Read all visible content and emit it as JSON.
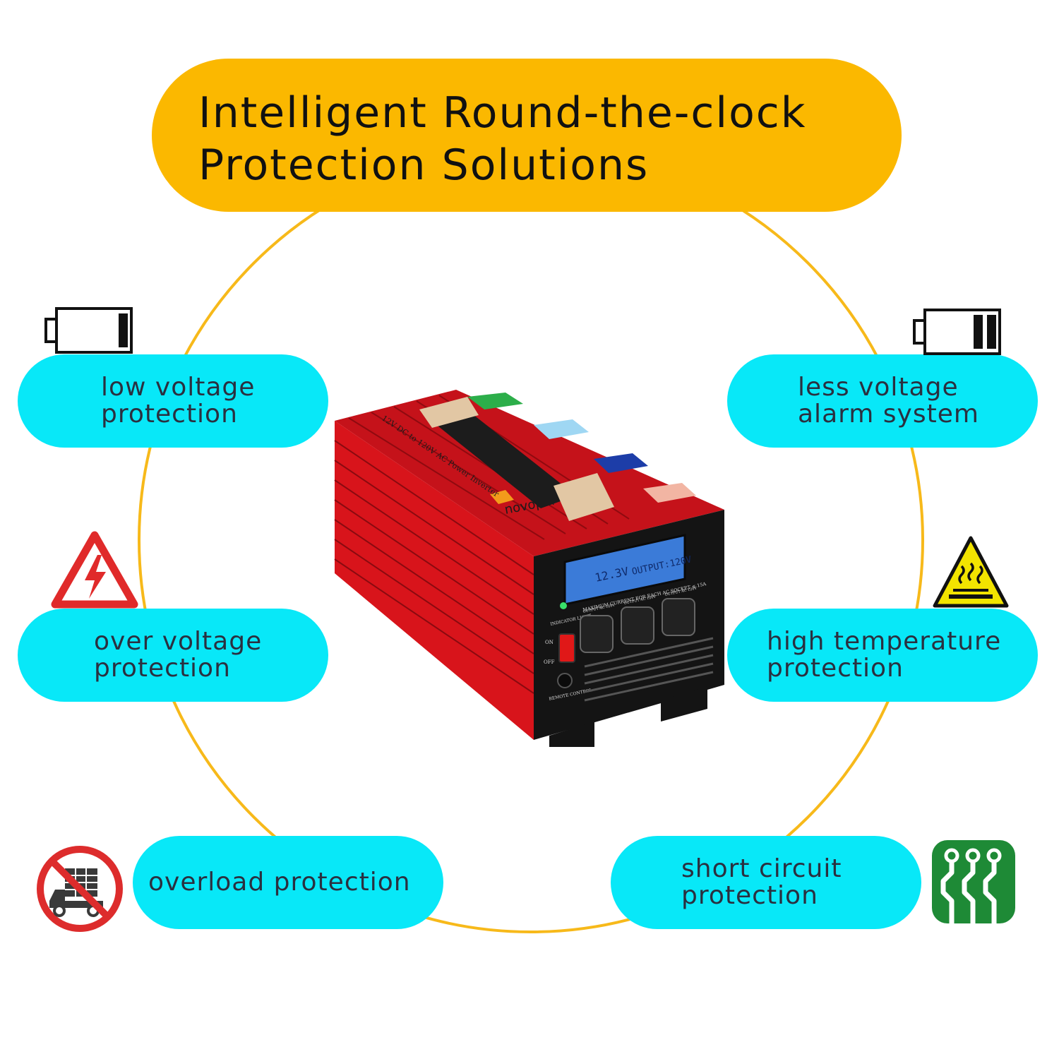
{
  "banner": {
    "title_line1": "Intelligent Round-the-clock",
    "title_line2": "Protection Solutions"
  },
  "features": [
    {
      "line1": "low voltage",
      "line2": "protection",
      "icon": "battery-low-icon"
    },
    {
      "line1": "less voltage",
      "line2": "alarm system",
      "icon": "battery-half-icon"
    },
    {
      "line1": "over voltage",
      "line2": "protection",
      "icon": "high-voltage-warning-icon"
    },
    {
      "line1": "high temperature",
      "line2": "protection",
      "icon": "hot-surface-warning-icon"
    },
    {
      "line1": "overload protection",
      "icon": "no-overload-truck-icon"
    },
    {
      "line1": "short circuit",
      "line2": "protection",
      "icon": "circuit-board-icon"
    }
  ],
  "product": {
    "display_voltage": "12.3V",
    "display_output": "OUTPUT:120V",
    "brand": "novopal",
    "side_label": "12V DC to 120V AC Power Inverter",
    "socket_note": "MAXIMUM CURRENT FOR EACH AC SOCKET ≤ 15A",
    "outlet_label": "OUTPUT AC 120V",
    "indicator_label": "INDICATOR LIGHT",
    "on_label": "ON",
    "off_label": "OFF",
    "remote_label": "REMOTE CONTROL"
  },
  "colors": {
    "banner": "#fbb800",
    "pill": "#08e8f8",
    "ring": "#f7b91a",
    "inverter_body": "#d8141b",
    "lcd": "#3b7bd8"
  }
}
